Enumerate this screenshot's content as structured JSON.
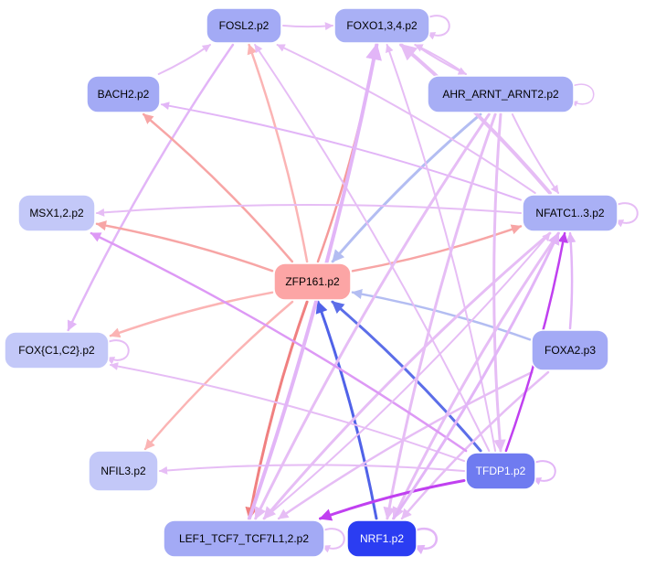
{
  "diagram": {
    "nodes": [
      {
        "id": "fosl2",
        "label": "FOSL2.p2",
        "fill": "#a3aaf5",
        "text": "#000000"
      },
      {
        "id": "foxo134",
        "label": "FOXO1,3,4.p2",
        "fill": "#a9b0f5",
        "text": "#000000"
      },
      {
        "id": "bach2",
        "label": "BACH2.p2",
        "fill": "#a3aaf5",
        "text": "#000000"
      },
      {
        "id": "ahr",
        "label": "AHR_ARNT_ARNT2.p2",
        "fill": "#a7aef5",
        "text": "#000000"
      },
      {
        "id": "msx12",
        "label": "MSX1,2.p2",
        "fill": "#c3c8f8",
        "text": "#000000"
      },
      {
        "id": "nfatc13",
        "label": "NFATC1..3.p2",
        "fill": "#a9b0f5",
        "text": "#000000"
      },
      {
        "id": "zfp161",
        "label": "ZFP161.p2",
        "fill": "#fca5a5",
        "text": "#000000"
      },
      {
        "id": "foxc1c2",
        "label": "FOX{C1,C2}.p2",
        "fill": "#c3c8f8",
        "text": "#000000"
      },
      {
        "id": "foxa2",
        "label": "FOXA2.p3",
        "fill": "#a3aaf5",
        "text": "#000000"
      },
      {
        "id": "nfil3",
        "label": "NFIL3.p2",
        "fill": "#c3c8f8",
        "text": "#000000"
      },
      {
        "id": "tfdp1",
        "label": "TFDP1.p2",
        "fill": "#6f7bf0",
        "text": "#ffffff"
      },
      {
        "id": "lef1",
        "label": "LEF1_TCF7_TCF7L1,2.p2",
        "fill": "#a3aaf5",
        "text": "#000000"
      },
      {
        "id": "nrf1",
        "label": "NRF1.p2",
        "fill": "#2b3df2",
        "text": "#ffffff"
      }
    ],
    "edges": [
      {
        "from": "fosl2",
        "to": "foxo134",
        "color": "#e6bdf5",
        "weight": 2
      },
      {
        "from": "foxo134",
        "to": "foxo134",
        "color": "#e6bdf5",
        "weight": 2
      },
      {
        "from": "foxo134",
        "to": "ahr",
        "color": "#e6bdf5",
        "weight": 2
      },
      {
        "from": "ahr",
        "to": "ahr",
        "color": "#e6bdf5",
        "weight": 1.5
      },
      {
        "from": "bach2",
        "to": "fosl2",
        "color": "#e6bdf5",
        "weight": 2
      },
      {
        "from": "fosl2",
        "to": "foxc1c2",
        "color": "#e2b5f7",
        "weight": 2.5
      },
      {
        "from": "zfp161",
        "to": "fosl2",
        "color": "#fbb4b4",
        "weight": 2.5
      },
      {
        "from": "zfp161",
        "to": "foxo134",
        "color": "#f59a9a",
        "weight": 2.5
      },
      {
        "from": "zfp161",
        "to": "bach2",
        "color": "#f7a5a5",
        "weight": 2.5
      },
      {
        "from": "zfp161",
        "to": "msx12",
        "color": "#f7a5a5",
        "weight": 2.5
      },
      {
        "from": "zfp161",
        "to": "nfatc13",
        "color": "#f7a5a5",
        "weight": 2.5
      },
      {
        "from": "zfp161",
        "to": "foxc1c2",
        "color": "#fbb4b4",
        "weight": 2.5
      },
      {
        "from": "zfp161",
        "to": "nfil3",
        "color": "#fbb4b4",
        "weight": 2.5
      },
      {
        "from": "zfp161",
        "to": "lef1",
        "color": "#f08080",
        "weight": 3
      },
      {
        "from": "ahr",
        "to": "zfp161",
        "color": "#b3bdf2",
        "weight": 3
      },
      {
        "from": "foxa2",
        "to": "zfp161",
        "color": "#b3bdf2",
        "weight": 2.5
      },
      {
        "from": "tfdp1",
        "to": "zfp161",
        "color": "#5c6ee8",
        "weight": 3
      },
      {
        "from": "nrf1",
        "to": "zfp161",
        "color": "#5062e8",
        "weight": 3
      },
      {
        "from": "nfatc13",
        "to": "nfatc13",
        "color": "#e6bdf5",
        "weight": 2
      },
      {
        "from": "nfatc13",
        "to": "fosl2",
        "color": "#e6bdf5",
        "weight": 2
      },
      {
        "from": "nfatc13",
        "to": "foxo134",
        "color": "#e6bdf5",
        "weight": 4
      },
      {
        "from": "nfatc13",
        "to": "bach2",
        "color": "#e2b5f7",
        "weight": 2
      },
      {
        "from": "nfatc13",
        "to": "msx12",
        "color": "#e6bdf5",
        "weight": 2
      },
      {
        "from": "nfatc13",
        "to": "nrf1",
        "color": "#e6bdf5",
        "weight": 3
      },
      {
        "from": "nfatc13",
        "to": "lef1",
        "color": "#e6bdf5",
        "weight": 3
      },
      {
        "from": "ahr",
        "to": "nfatc13",
        "color": "#e6bdf5",
        "weight": 2
      },
      {
        "from": "ahr",
        "to": "lef1",
        "color": "#e6bdf5",
        "weight": 3
      },
      {
        "from": "ahr",
        "to": "nrf1",
        "color": "#e6bdf5",
        "weight": 3
      },
      {
        "from": "ahr",
        "to": "tfdp1",
        "color": "#e6bdf5",
        "weight": 3
      },
      {
        "from": "ahr",
        "to": "foxo134",
        "color": "#e6bdf5",
        "weight": 2
      },
      {
        "from": "foxa2",
        "to": "nfatc13",
        "color": "#e2b5f7",
        "weight": 2.5
      },
      {
        "from": "foxa2",
        "to": "nrf1",
        "color": "#e6bdf5",
        "weight": 2.5
      },
      {
        "from": "foxa2",
        "to": "lef1",
        "color": "#e6bdf5",
        "weight": 2.5
      },
      {
        "from": "foxc1c2",
        "to": "foxc1c2",
        "color": "#e6bdf5",
        "weight": 2
      },
      {
        "from": "tfdp1",
        "to": "tfdp1",
        "color": "#e2b5f7",
        "weight": 2
      },
      {
        "from": "tfdp1",
        "to": "lef1",
        "color": "#c040f0",
        "weight": 3
      },
      {
        "from": "tfdp1",
        "to": "nfatc13",
        "color": "#c040f0",
        "weight": 2.5
      },
      {
        "from": "tfdp1",
        "to": "foxc1c2",
        "color": "#e6bdf5",
        "weight": 2
      },
      {
        "from": "tfdp1",
        "to": "msx12",
        "color": "#dd99f5",
        "weight": 2.5
      },
      {
        "from": "tfdp1",
        "to": "foxo134",
        "color": "#e6bdf5",
        "weight": 2
      },
      {
        "from": "tfdp1",
        "to": "fosl2",
        "color": "#e6bdf5",
        "weight": 2
      },
      {
        "from": "tfdp1",
        "to": "nfil3",
        "color": "#e6bdf5",
        "weight": 2
      },
      {
        "from": "nrf1",
        "to": "nrf1",
        "color": "#e2b5f7",
        "weight": 2.5
      },
      {
        "from": "nrf1",
        "to": "nfatc13",
        "color": "#e2b5f7",
        "weight": 3
      },
      {
        "from": "lef1",
        "to": "foxo134",
        "color": "#e2b5f7",
        "weight": 4
      },
      {
        "from": "lef1",
        "to": "nfatc13",
        "color": "#e6bdf5",
        "weight": 2
      },
      {
        "from": "lef1",
        "to": "lef1",
        "color": "#e6bdf5",
        "weight": 2
      }
    ]
  }
}
